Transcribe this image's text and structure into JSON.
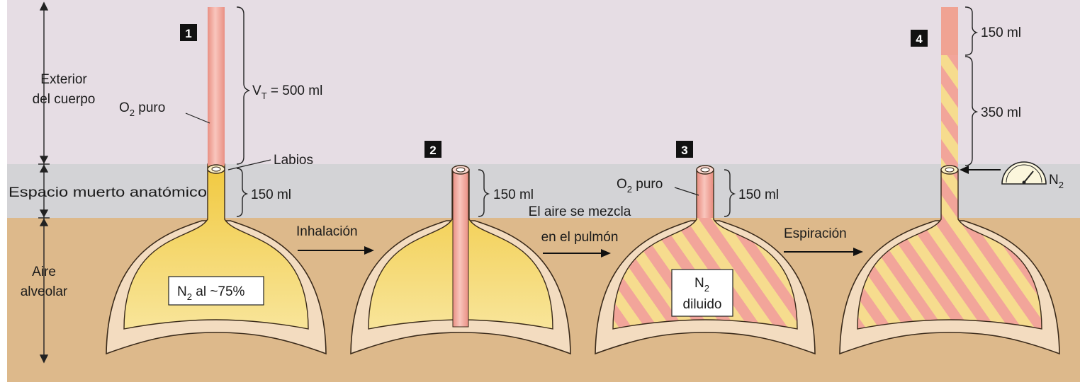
{
  "regions": {
    "exterior": "Exterior del cuerpo",
    "exterior_line1": "Exterior",
    "exterior_line2": "del cuerpo",
    "dead_space": "Espacio muerto anatómico",
    "alveolar": "Aire alveolar",
    "alveolar_line1": "Aire",
    "alveolar_line2": "alveolar"
  },
  "steps": [
    {
      "badge": "1"
    },
    {
      "badge": "2"
    },
    {
      "badge": "3"
    },
    {
      "badge": "4"
    }
  ],
  "labels": {
    "o2_puro_main": "O",
    "o2_sub": "2",
    "o2_puro_rest": " puro",
    "vt_main": "V",
    "vt_sub": "T",
    "vt_rest": " = 500 ml",
    "labios": "Labios",
    "ml150": "150 ml",
    "ml350": "350 ml",
    "n2_main": "N",
    "n2_sub": "2",
    "n2_al": " al ~75%",
    "diluido": "diluido"
  },
  "arrows": {
    "inhalacion": "Inhalación",
    "mezcla_line1": "El aire se mezcla",
    "mezcla_line2": "en el pulmón",
    "espiracion": "Espiración"
  },
  "colors": {
    "exterior_bg": "#e6dde4",
    "dead_space_bg": "#d3d3d6",
    "alveolar_bg": "#ddb98b",
    "lung_wall": "#f3dcc0",
    "n2_yellow": "#f4d86a",
    "o2_pink": "#f2a59a",
    "stripe_yellow": "#f6dc8e"
  }
}
